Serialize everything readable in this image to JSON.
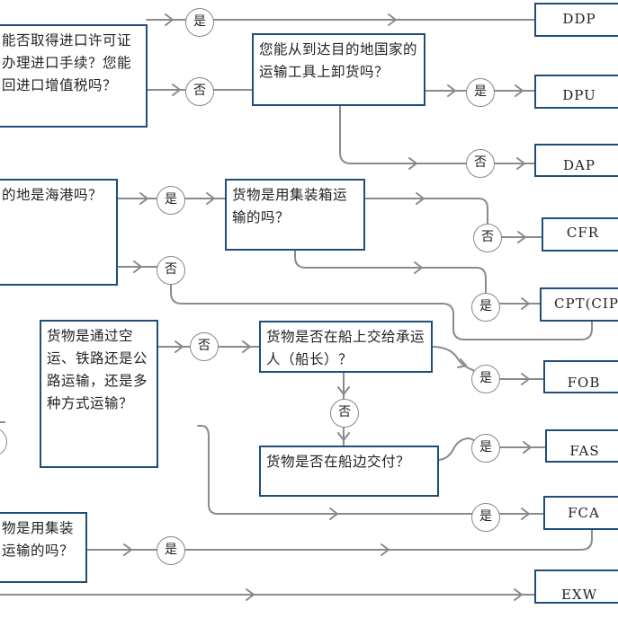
{
  "questions": {
    "q1": "能否取得进口许可证办理进口手续？您能回进口增值税吗？",
    "q2": "您能从到达目的地国家的运输工具上卸货吗？",
    "q3": "的地是海港吗？",
    "q4": "货物是用集装箱运输的吗？",
    "q5": "货物是通过空运、铁路还是公路运输，还是多种方式运输？",
    "q6": "货物是否在船上交给承运人（船长）？",
    "q7": "货物是否在船边交付？",
    "q8": "物是用集装运输的吗？"
  },
  "terms": {
    "ddp": "DDP",
    "dpu": "DPU",
    "dap": "DAP",
    "cfr": "CFR",
    "cpt": "CPT(CIP",
    "fob": "FOB",
    "fas": "FAS",
    "fca": "FCA",
    "exw": "EXW"
  },
  "answers": {
    "yes": "是",
    "no": "否"
  },
  "colors": {
    "box_border": "#1f4e7a",
    "connector": "#8a8a8a",
    "circle_border": "#888888"
  }
}
